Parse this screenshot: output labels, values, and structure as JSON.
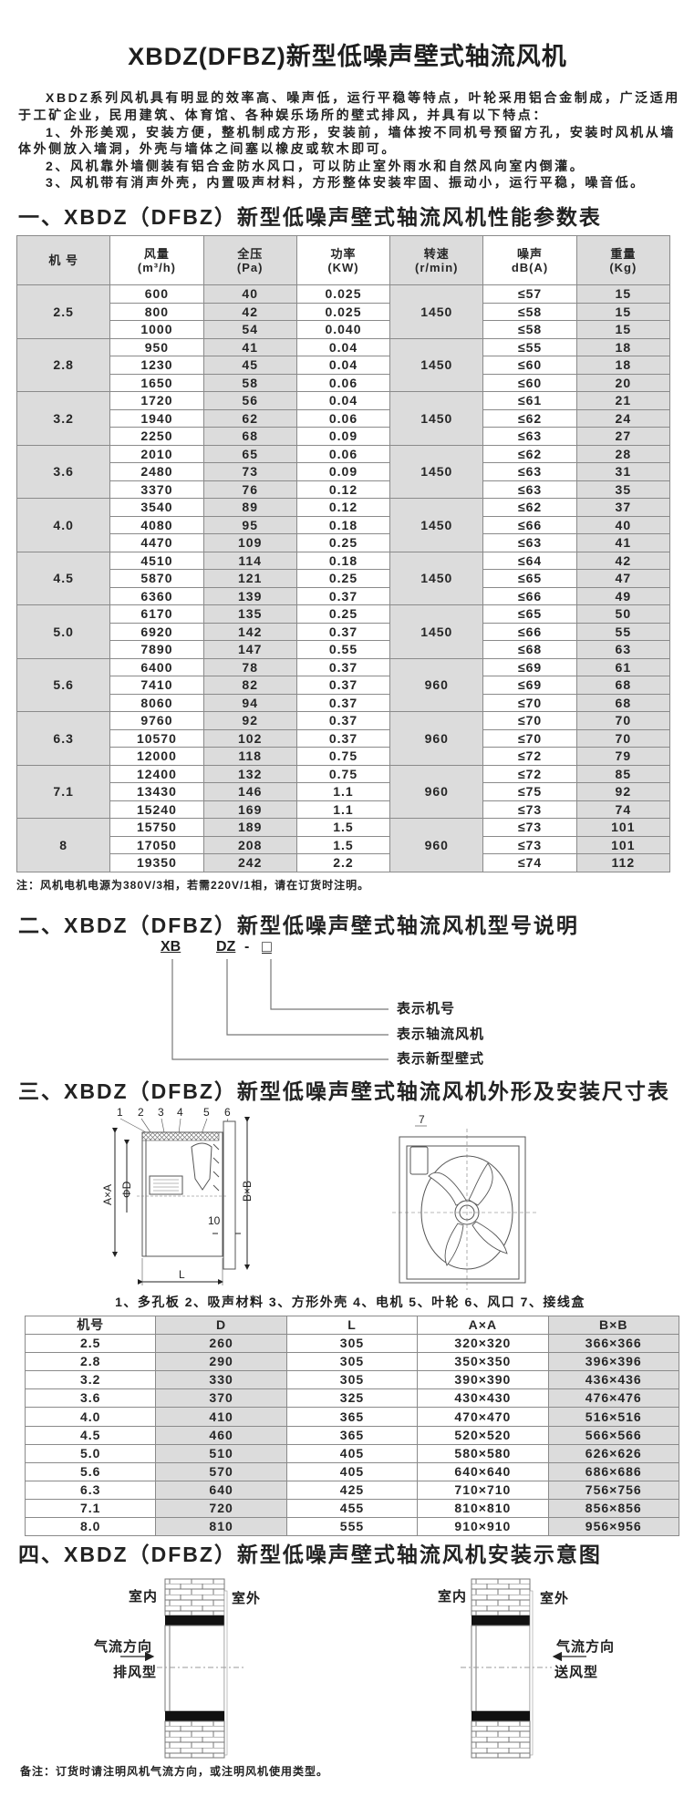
{
  "title": "XBDZ(DFBZ)新型低噪声壁式轴流风机",
  "intro": {
    "lines": [
      "XBDZ系列风机具有明显的效率高、噪声低，运行平稳等特点，叶轮采用铝合金制成，广泛适用",
      "于工矿企业，民用建筑、体育馆、各种娱乐场所的壁式排风，并具有以下特点：",
      "1、外形美观，安装方便，整机制成方形，安装前，墙体按不同机号预留方孔，安装时风机从墙",
      "体外侧放入墙洞，外壳与墙体之间塞以橡皮或软木即可。",
      "2、风机靠外墙侧装有铝合金防水风口，可以防止室外雨水和自然风向室内倒灌。",
      "3、风机带有消声外壳，内置吸声材料，方形整体安装牢固、振动小，运行平稳，噪音低。"
    ]
  },
  "section1": {
    "heading": "一、XBDZ（DFBZ）新型低噪声壁式轴流风机性能参数表",
    "headers": [
      {
        "l1": "机 号",
        "l2": ""
      },
      {
        "l1": "风量",
        "l2": "(m³/h)"
      },
      {
        "l1": "全压",
        "l2": "(Pa)"
      },
      {
        "l1": "功率",
        "l2": "(KW)"
      },
      {
        "l1": "转速",
        "l2": "(r/min)"
      },
      {
        "l1": "噪声",
        "l2": "dB(A)"
      },
      {
        "l1": "重量",
        "l2": "(Kg)"
      }
    ],
    "groups": [
      {
        "model": "2.5",
        "speed": "1450",
        "rows": [
          [
            "600",
            "40",
            "0.025",
            "≤57",
            "15"
          ],
          [
            "800",
            "42",
            "0.025",
            "≤58",
            "15"
          ],
          [
            "1000",
            "54",
            "0.040",
            "≤58",
            "15"
          ]
        ]
      },
      {
        "model": "2.8",
        "speed": "1450",
        "rows": [
          [
            "950",
            "41",
            "0.04",
            "≤55",
            "18"
          ],
          [
            "1230",
            "45",
            "0.04",
            "≤60",
            "18"
          ],
          [
            "1650",
            "58",
            "0.06",
            "≤60",
            "20"
          ]
        ]
      },
      {
        "model": "3.2",
        "speed": "1450",
        "rows": [
          [
            "1720",
            "56",
            "0.04",
            "≤61",
            "21"
          ],
          [
            "1940",
            "62",
            "0.06",
            "≤62",
            "24"
          ],
          [
            "2250",
            "68",
            "0.09",
            "≤63",
            "27"
          ]
        ]
      },
      {
        "model": "3.6",
        "speed": "1450",
        "rows": [
          [
            "2010",
            "65",
            "0.06",
            "≤62",
            "28"
          ],
          [
            "2480",
            "73",
            "0.09",
            "≤63",
            "31"
          ],
          [
            "3370",
            "76",
            "0.12",
            "≤63",
            "35"
          ]
        ]
      },
      {
        "model": "4.0",
        "speed": "1450",
        "rows": [
          [
            "3540",
            "89",
            "0.12",
            "≤62",
            "37"
          ],
          [
            "4080",
            "95",
            "0.18",
            "≤66",
            "40"
          ],
          [
            "4470",
            "109",
            "0.25",
            "≤63",
            "41"
          ]
        ]
      },
      {
        "model": "4.5",
        "speed": "1450",
        "rows": [
          [
            "4510",
            "114",
            "0.18",
            "≤64",
            "42"
          ],
          [
            "5870",
            "121",
            "0.25",
            "≤65",
            "47"
          ],
          [
            "6360",
            "139",
            "0.37",
            "≤66",
            "49"
          ]
        ]
      },
      {
        "model": "5.0",
        "speed": "1450",
        "rows": [
          [
            "6170",
            "135",
            "0.25",
            "≤65",
            "50"
          ],
          [
            "6920",
            "142",
            "0.37",
            "≤66",
            "55"
          ],
          [
            "7890",
            "147",
            "0.55",
            "≤68",
            "63"
          ]
        ]
      },
      {
        "model": "5.6",
        "speed": "960",
        "rows": [
          [
            "6400",
            "78",
            "0.37",
            "≤69",
            "61"
          ],
          [
            "7410",
            "82",
            "0.37",
            "≤69",
            "68"
          ],
          [
            "8060",
            "94",
            "0.37",
            "≤70",
            "68"
          ]
        ]
      },
      {
        "model": "6.3",
        "speed": "960",
        "rows": [
          [
            "9760",
            "92",
            "0.37",
            "≤70",
            "70"
          ],
          [
            "10570",
            "102",
            "0.37",
            "≤70",
            "70"
          ],
          [
            "12000",
            "118",
            "0.75",
            "≤72",
            "79"
          ]
        ]
      },
      {
        "model": "7.1",
        "speed": "960",
        "rows": [
          [
            "12400",
            "132",
            "0.75",
            "≤72",
            "85"
          ],
          [
            "13430",
            "146",
            "1.1",
            "≤75",
            "92"
          ],
          [
            "15240",
            "169",
            "1.1",
            "≤73",
            "74"
          ]
        ]
      },
      {
        "model": "8",
        "speed": "960",
        "rows": [
          [
            "15750",
            "189",
            "1.5",
            "≤73",
            "101"
          ],
          [
            "17050",
            "208",
            "1.5",
            "≤73",
            "101"
          ],
          [
            "19350",
            "242",
            "2.2",
            "≤74",
            "112"
          ]
        ]
      }
    ],
    "note": "注：风机电机电源为380V/3相，若需220V/1相，请在订货时注明。"
  },
  "section2": {
    "heading": "二、XBDZ（DFBZ）新型低噪声壁式轴流风机型号说明",
    "code_xb": "XB",
    "code_dz": "DZ",
    "code_dash": "-",
    "code_box": "□",
    "label_number": "表示机号",
    "label_axial": "表示轴流风机",
    "label_wall": "表示新型壁式"
  },
  "section3": {
    "heading": "三、XBDZ（DFBZ）新型低噪声壁式轴流风机外形及安装尺寸表",
    "diagram": {
      "n1": "1",
      "n2": "2",
      "n3": "3",
      "n4": "4",
      "n5": "5",
      "n6": "6",
      "n7": "7",
      "axa": "A×A",
      "phid": "ΦD",
      "bxb": "B×B",
      "ten": "10",
      "l": "L"
    },
    "legend": "1、多孔板 2、吸声材料 3、方形外壳 4、电机 5、叶轮 6、风口 7、接线盒",
    "headers": [
      "机号",
      "D",
      "L",
      "A×A",
      "B×B"
    ],
    "rows": [
      [
        "2.5",
        "260",
        "305",
        "320×320",
        "366×366"
      ],
      [
        "2.8",
        "290",
        "305",
        "350×350",
        "396×396"
      ],
      [
        "3.2",
        "330",
        "305",
        "390×390",
        "436×436"
      ],
      [
        "3.6",
        "370",
        "325",
        "430×430",
        "476×476"
      ],
      [
        "4.0",
        "410",
        "365",
        "470×470",
        "516×516"
      ],
      [
        "4.5",
        "460",
        "365",
        "520×520",
        "566×566"
      ],
      [
        "5.0",
        "510",
        "405",
        "580×580",
        "626×626"
      ],
      [
        "5.6",
        "570",
        "405",
        "640×640",
        "686×686"
      ],
      [
        "6.3",
        "640",
        "425",
        "710×710",
        "756×756"
      ],
      [
        "7.1",
        "720",
        "455",
        "810×810",
        "856×856"
      ],
      [
        "8.0",
        "810",
        "555",
        "910×910",
        "956×956"
      ]
    ]
  },
  "section4": {
    "heading": "四、XBDZ（DFBZ）新型低噪声壁式轴流风机安装示意图",
    "exhaust": {
      "indoor": "室内",
      "outdoor": "室外",
      "airflow": "气流方向",
      "type": "排风型"
    },
    "supply": {
      "indoor": "室内",
      "outdoor": "室外",
      "airflow": "气流方向",
      "type": "送风型"
    },
    "note": "备注：订货时请注明风机气流方向，或注明风机使用类型。"
  },
  "colors": {
    "gray_cell": "#dcdcdc",
    "border": "#8a8a8a",
    "text": "#1e1e1e"
  }
}
